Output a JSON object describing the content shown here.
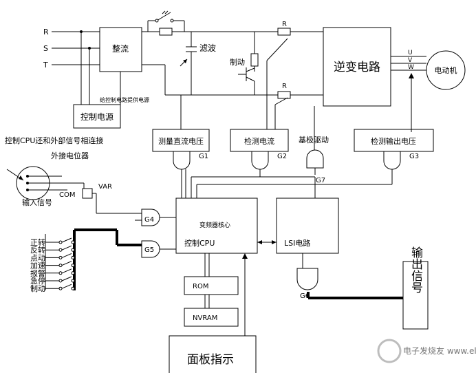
{
  "inputs": {
    "r": "R",
    "s": "S",
    "t": "T"
  },
  "blocks": {
    "rectifier": "整流",
    "filter": "滤波",
    "brake": "制动",
    "inverter": "逆变电路",
    "motor": "电动机",
    "control_power": "控制电源",
    "ctrl_power_note": "给控制电路提供电源",
    "measure_dc": "测量直流电压",
    "detect_current": "检测电流",
    "base_drive": "基极驱动",
    "detect_output": "检测输出电压",
    "cpu_core": "变频器核心",
    "cpu": "控制CPU",
    "lsi": "LSI电路",
    "rom": "ROM",
    "nvram": "NVRAM",
    "panel": "面板指示",
    "output_signal": "输出信号"
  },
  "labels": {
    "res_r1": "R",
    "res_r2": "R",
    "u": "U",
    "v": "V",
    "w": "W",
    "external_note": "控制CPU还和外部信号相连接",
    "potentiometer": "外接电位器",
    "input_signal": "输入信号",
    "com": "COM",
    "var": "VAR"
  },
  "gates": {
    "g1": "G1",
    "g2": "G2",
    "g3": "G3",
    "g4": "G4",
    "g5": "G5",
    "g6": "G6",
    "g7": "G7"
  },
  "switches": [
    "正转",
    "反转",
    "点动",
    "加速",
    "报警",
    "急停",
    "制动"
  ],
  "watermark": "电子发烧友 www.elecfans.com"
}
